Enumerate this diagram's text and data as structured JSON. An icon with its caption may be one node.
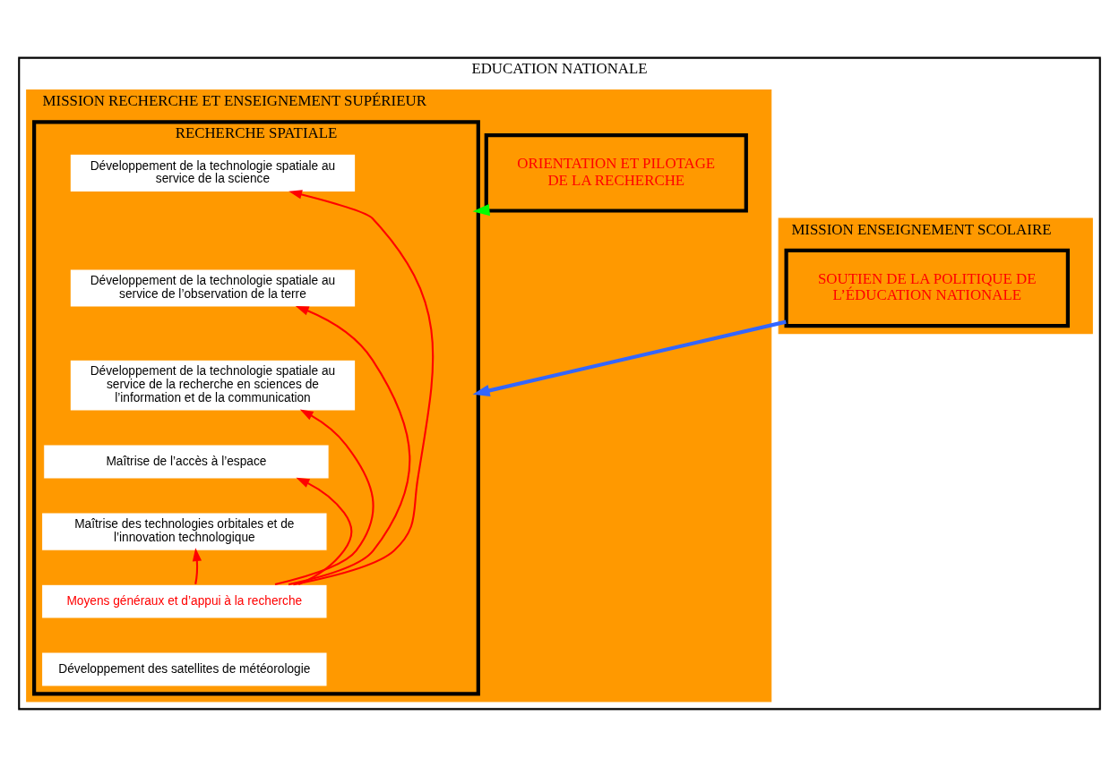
{
  "diagram": {
    "nodes": [
      {
        "text": [
          "EDUCATION NATIONALE"
        ]
      },
      {
        "text": [
          "MISSION RECHERCHE ET ENSEIGNEMENT SUPÉRIEUR"
        ],
        "in": 0
      },
      {
        "text": [
          "RECHERCHE SPATIALE"
        ],
        "in": 1
      },
      {
        "text": [
          "Développement de la technologie spatiale au service de la science"
        ],
        "in": 2
      },
      {
        "text": [
          "Développement de la technologie spatiale au service de l’observation de la terre"
        ],
        "in": 2
      },
      {
        "text": [
          "Développement de la technologie spatiale au service de la recherche en sciences de l’information et de la communication"
        ],
        "in": 2
      },
      {
        "text": [
          "Maîtrise de l’accès à l’espace"
        ],
        "in": 2
      },
      {
        "text": [
          "Maîtrise des technologies orbitales et de l’innovation technologique"
        ],
        "in": 2
      },
      {
        "text": [
          "Moyens généraux et d’appui à la recherche"
        ],
        "in": 2
      },
      {
        "text": [
          "Développement des satellites de météorologie"
        ],
        "in": 2
      },
      {
        "text": [
          "ORIENTATION ET PILOTAGE DE LA RECHERCHE"
        ],
        "in": 1
      },
      {
        "text": [
          "MISSION ENSEIGNEMENT SCOLAIRE"
        ],
        "in": 0
      },
      {
        "text": [
          "SOUTIEN DE LA POLITIQUE DE L’ÉDUCATION NATIONALE"
        ],
        "in": 11
      }
    ],
    "edges": [
      {
        "from": 8,
        "to": 3,
        "arrow": "to"
      },
      {
        "from": 8,
        "to": 4,
        "arrow": "to"
      },
      {
        "from": 8,
        "to": 5,
        "arrow": "to"
      },
      {
        "from": 8,
        "to": 6,
        "arrow": "to"
      },
      {
        "from": 8,
        "to": 7,
        "arrow": "to"
      },
      {
        "from": 10,
        "to": 2,
        "arrow": "to",
        "style": "thick",
        "color": "#00ff00"
      },
      {
        "from": 12,
        "to": 2,
        "arrow": "to",
        "style": "thick",
        "color": "#3366ff"
      }
    ]
  }
}
